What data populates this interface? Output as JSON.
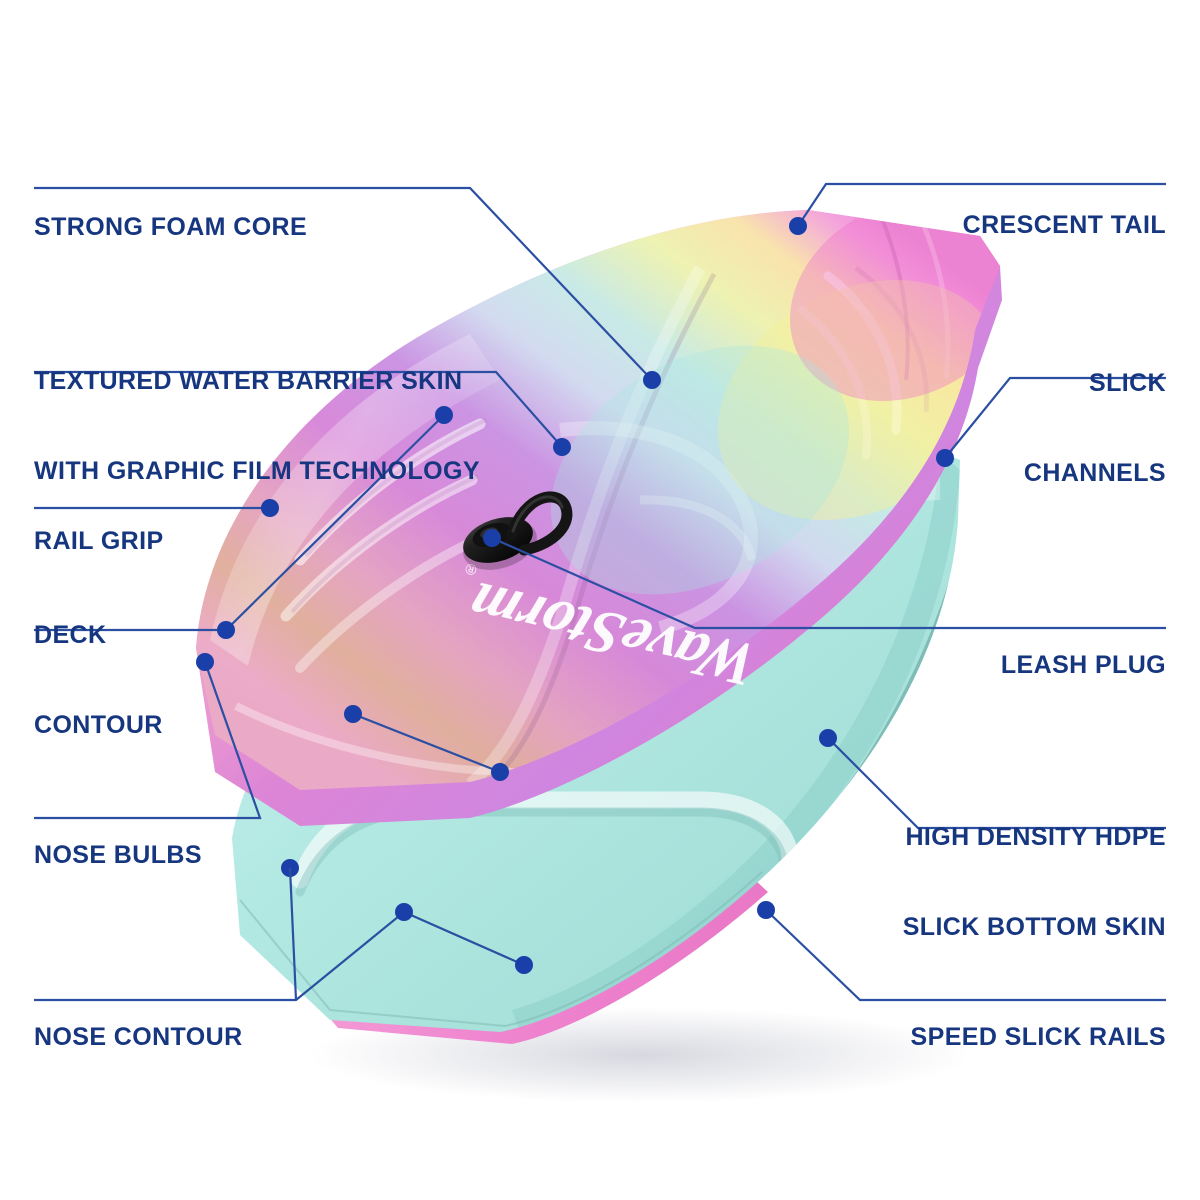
{
  "diagram": {
    "title": "Bodyboard exploded feature diagram",
    "background": "#ffffff",
    "accent_color": "#16367f",
    "dot_color": "#1a3fa8",
    "line_color": "#2b4fa2",
    "brand_logo_text": "WaveStorm",
    "brand_logo_mark": "®"
  },
  "product": {
    "deck_colors": {
      "nose_tan": "#e3bfa0",
      "pink": "#f2a8c8",
      "magenta": "#d96fd4",
      "violet": "#c07ee0",
      "yellow": "#f5ef8a",
      "teal": "#a9e6e0",
      "lavender": "#d9cdf0"
    },
    "slick_colors": {
      "teal_light": "#b6ece6",
      "teal_mid": "#97dcd6",
      "teal_dark": "#7fc2bd",
      "rail_pink": "#ef8fd2"
    },
    "leash_plug_color": "#1a1a1a"
  },
  "labels": [
    {
      "id": "strong-foam-core",
      "side": "left",
      "lines": [
        "STRONG FOAM CORE"
      ]
    },
    {
      "id": "textured-water-barrier",
      "side": "left",
      "lines": [
        "TEXTURED WATER BARRIER SKIN",
        "WITH GRAPHIC FILM TECHNOLOGY"
      ]
    },
    {
      "id": "rail-grip",
      "side": "left",
      "lines": [
        "RAIL GRIP"
      ]
    },
    {
      "id": "deck-contour",
      "side": "left",
      "lines": [
        "DECK",
        "CONTOUR"
      ]
    },
    {
      "id": "nose-bulbs",
      "side": "left",
      "lines": [
        "NOSE BULBS"
      ]
    },
    {
      "id": "nose-contour",
      "side": "left",
      "lines": [
        "NOSE CONTOUR"
      ]
    },
    {
      "id": "crescent-tail",
      "side": "right",
      "lines": [
        "CRESCENT TAIL"
      ]
    },
    {
      "id": "slick-channels",
      "side": "right",
      "lines": [
        "SLICK",
        "CHANNELS"
      ]
    },
    {
      "id": "leash-plug",
      "side": "right",
      "lines": [
        "LEASH PLUG"
      ]
    },
    {
      "id": "high-density-hdpe",
      "side": "right",
      "lines": [
        "HIGH DENSITY HDPE",
        "SLICK BOTTOM SKIN"
      ]
    },
    {
      "id": "speed-slick-rails",
      "side": "right",
      "lines": [
        "SPEED SLICK RAILS"
      ]
    }
  ]
}
